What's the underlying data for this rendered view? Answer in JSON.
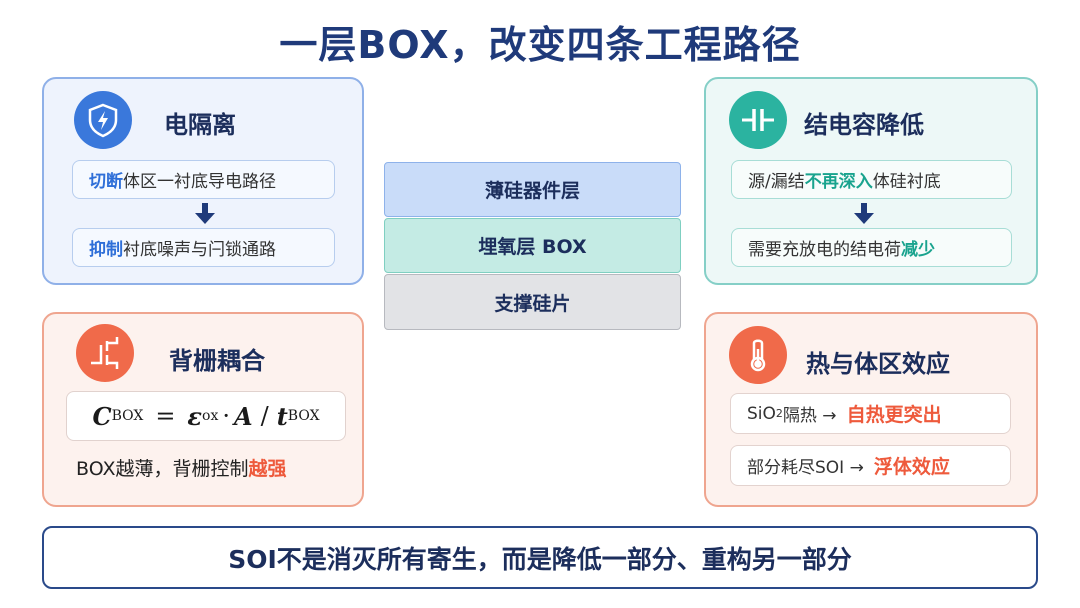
{
  "title": "一层BOX，改变四条工程路径",
  "colors": {
    "title": "#1f3a7a",
    "blue_accent": "#2f6fd8",
    "teal_accent": "#19a38e",
    "red_accent": "#ee5a3c"
  },
  "isolation": {
    "icon": "shield-bolt-icon",
    "title": "电隔离",
    "step1_hl": "切断",
    "step1_rest": "体区一衬底导电路径",
    "step2_hl": "抑制",
    "step2_rest": "衬底噪声与闩锁通路"
  },
  "capacitance": {
    "icon": "capacitor-icon",
    "title": "结电容降低",
    "step1_pre": "源/漏结",
    "step1_hl": "不再深入",
    "step1_post": "体硅衬底",
    "step2_pre": "需要充放电的结电荷",
    "step2_hl": "减少"
  },
  "backgate": {
    "icon": "transistor-icon",
    "title": "背栅耦合",
    "formula_lhs": "C",
    "formula_lhs_sub": "BOX",
    "formula_eq": "=",
    "formula_eps": "ε",
    "formula_eps_sub": "ox",
    "formula_dot": "·",
    "formula_a": "A",
    "formula_slash": "/",
    "formula_t": "t",
    "formula_t_sub": "BOX",
    "note_pre": "BOX越薄，背栅控制",
    "note_hl": "越强"
  },
  "thermal": {
    "icon": "thermometer-icon",
    "title": "热与体区效应",
    "item1_pre": "SiO",
    "item1_sub": "2",
    "item1_mid": "隔热 →",
    "item1_hl": "自热更突出",
    "item2_pre": "部分耗尽SOI →",
    "item2_hl": "浮体效应"
  },
  "stack": {
    "layer1": "薄硅器件层",
    "layer2": "埋氧层 BOX",
    "layer3": "支撑硅片"
  },
  "bottom": "SOI不是消灭所有寄生，而是降低一部分、重构另一部分"
}
